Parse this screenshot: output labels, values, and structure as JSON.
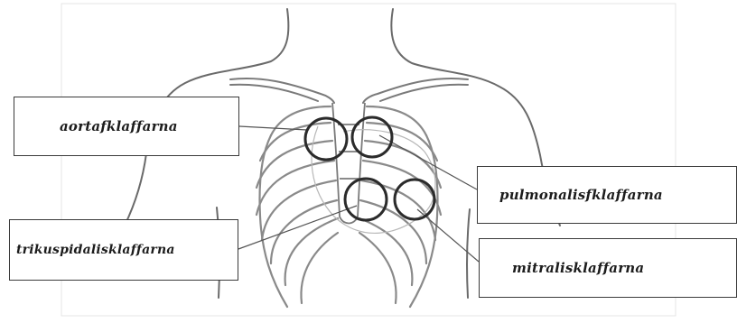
{
  "labels": {
    "aorta": "aortafklaffarna",
    "pulmonalis": "pulmonalisfklaffarna",
    "trikuspidalis": "trikuspidalisklaffarna",
    "mitralis": "mitralisklaffarna"
  },
  "colors": {
    "background": "#ffffff",
    "line": "#555555",
    "valve_circle": "#2b2b2b",
    "box_border": "#3a3a3a",
    "text": "#1c1c1c"
  }
}
